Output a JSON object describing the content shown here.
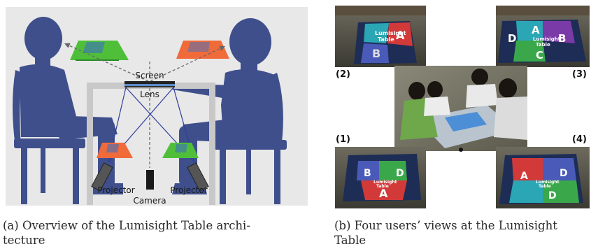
{
  "panel_a": {
    "labels": {
      "screen": "Screen",
      "lens": "Lens",
      "camera": "Camera",
      "projector_left": "Projector",
      "projector_right": "Projector"
    },
    "caption": "(a) Overview of the Lumisight Table architecture",
    "caption_line1": "(a) Overview of the Lumisight Table archi-",
    "caption_line2": "tecture",
    "colors": {
      "silhouette": "#3f4f8c",
      "frame": "#c4c4c4",
      "background": "#e6e6e6",
      "orange": "#f06a3a",
      "green": "#4fbf3a"
    }
  },
  "panel_b": {
    "view_labels": [
      "(2)",
      "(3)",
      "(1)",
      "(4)"
    ],
    "tile_text": {
      "brand_line1": "Lumisight",
      "brand_line2": "Table",
      "letters": [
        "A",
        "B",
        "C",
        "D"
      ]
    },
    "caption": "(b) Four users' views at the Lumisight Table",
    "caption_line1": "(b) Four users’ views at the Lumisight",
    "caption_line2": "Table"
  }
}
